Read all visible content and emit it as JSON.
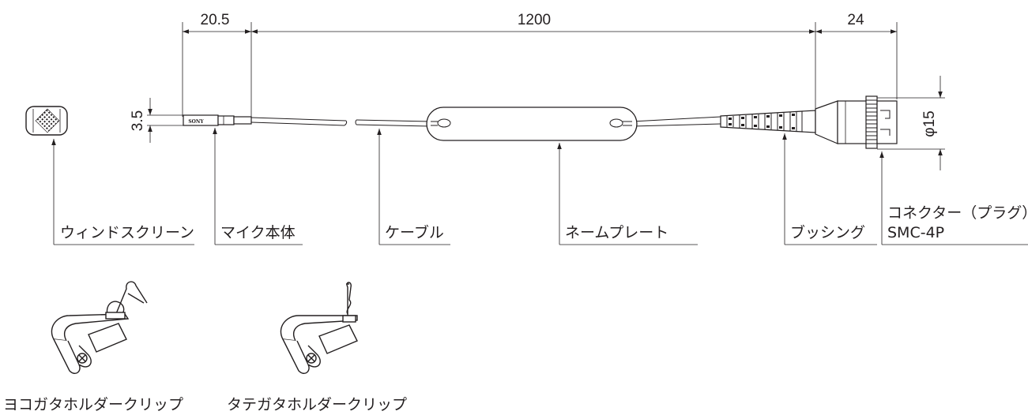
{
  "dimensions": {
    "length_a": "20.5",
    "length_b": "1200",
    "length_c": "24",
    "diameter_small": "3.5",
    "diameter_connector": "φ15"
  },
  "labels": {
    "windscreen": "ウィンドスクリーン",
    "mic_body": "マイク本体",
    "cable": "ケーブル",
    "nameplate": "ネームプレート",
    "bushing": "ブッシング",
    "connector": "コネクター（プラグ）",
    "connector_model": "SMC-4P"
  },
  "clips": {
    "horizontal_clip": "ヨコガタホルダークリップ",
    "vertical_clip": "タテガタホルダークリップ"
  },
  "brand_logo": "SONY"
}
